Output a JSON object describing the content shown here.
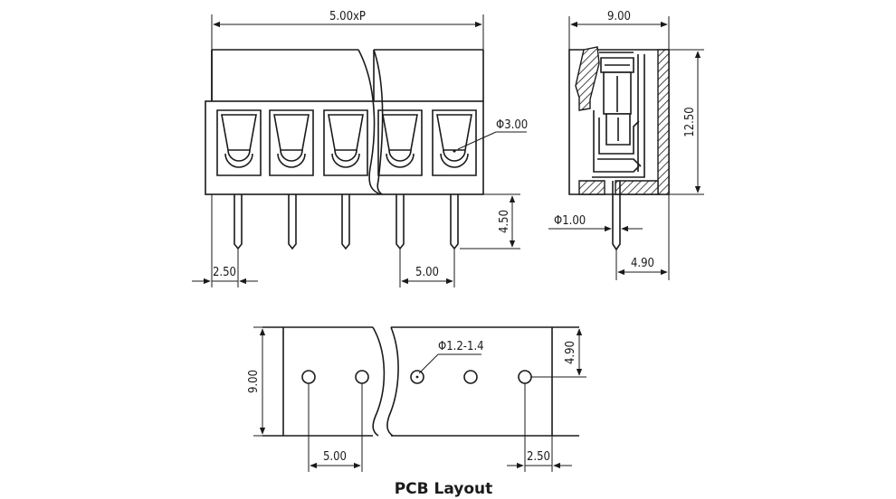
{
  "front_view": {
    "width_label": "5.00xP",
    "hole_label": "Φ3.00",
    "pin_length_label": "4.50",
    "edge_label": "2.50",
    "pitch_label": "5.00"
  },
  "side_view": {
    "width_label": "9.00",
    "height_label": "12.50",
    "pin_dia_label": "Φ1.00",
    "pin_offset_label": "4.90"
  },
  "pcb_layout": {
    "title": "PCB Layout",
    "height_label": "9.00",
    "hole_label": "Φ1.2-1.4",
    "offset_label": "4.90",
    "pitch_label": "5.00",
    "edge_label": "2.50"
  }
}
